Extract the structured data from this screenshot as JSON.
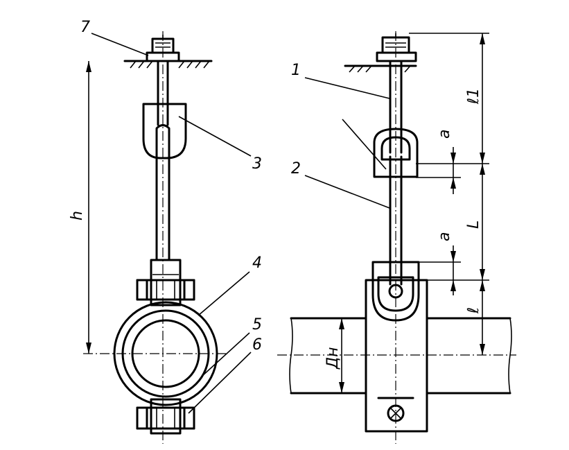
{
  "callouts": {
    "n1": "1",
    "n2": "2",
    "n3": "3",
    "n4": "4",
    "n5": "5",
    "n6": "6",
    "n7": "7"
  },
  "dimensions": {
    "h": "h",
    "l1": "ℓ1",
    "a_top": "a",
    "L": "L",
    "a_bottom": "a",
    "l": "ℓ",
    "Dn": "Дн"
  }
}
